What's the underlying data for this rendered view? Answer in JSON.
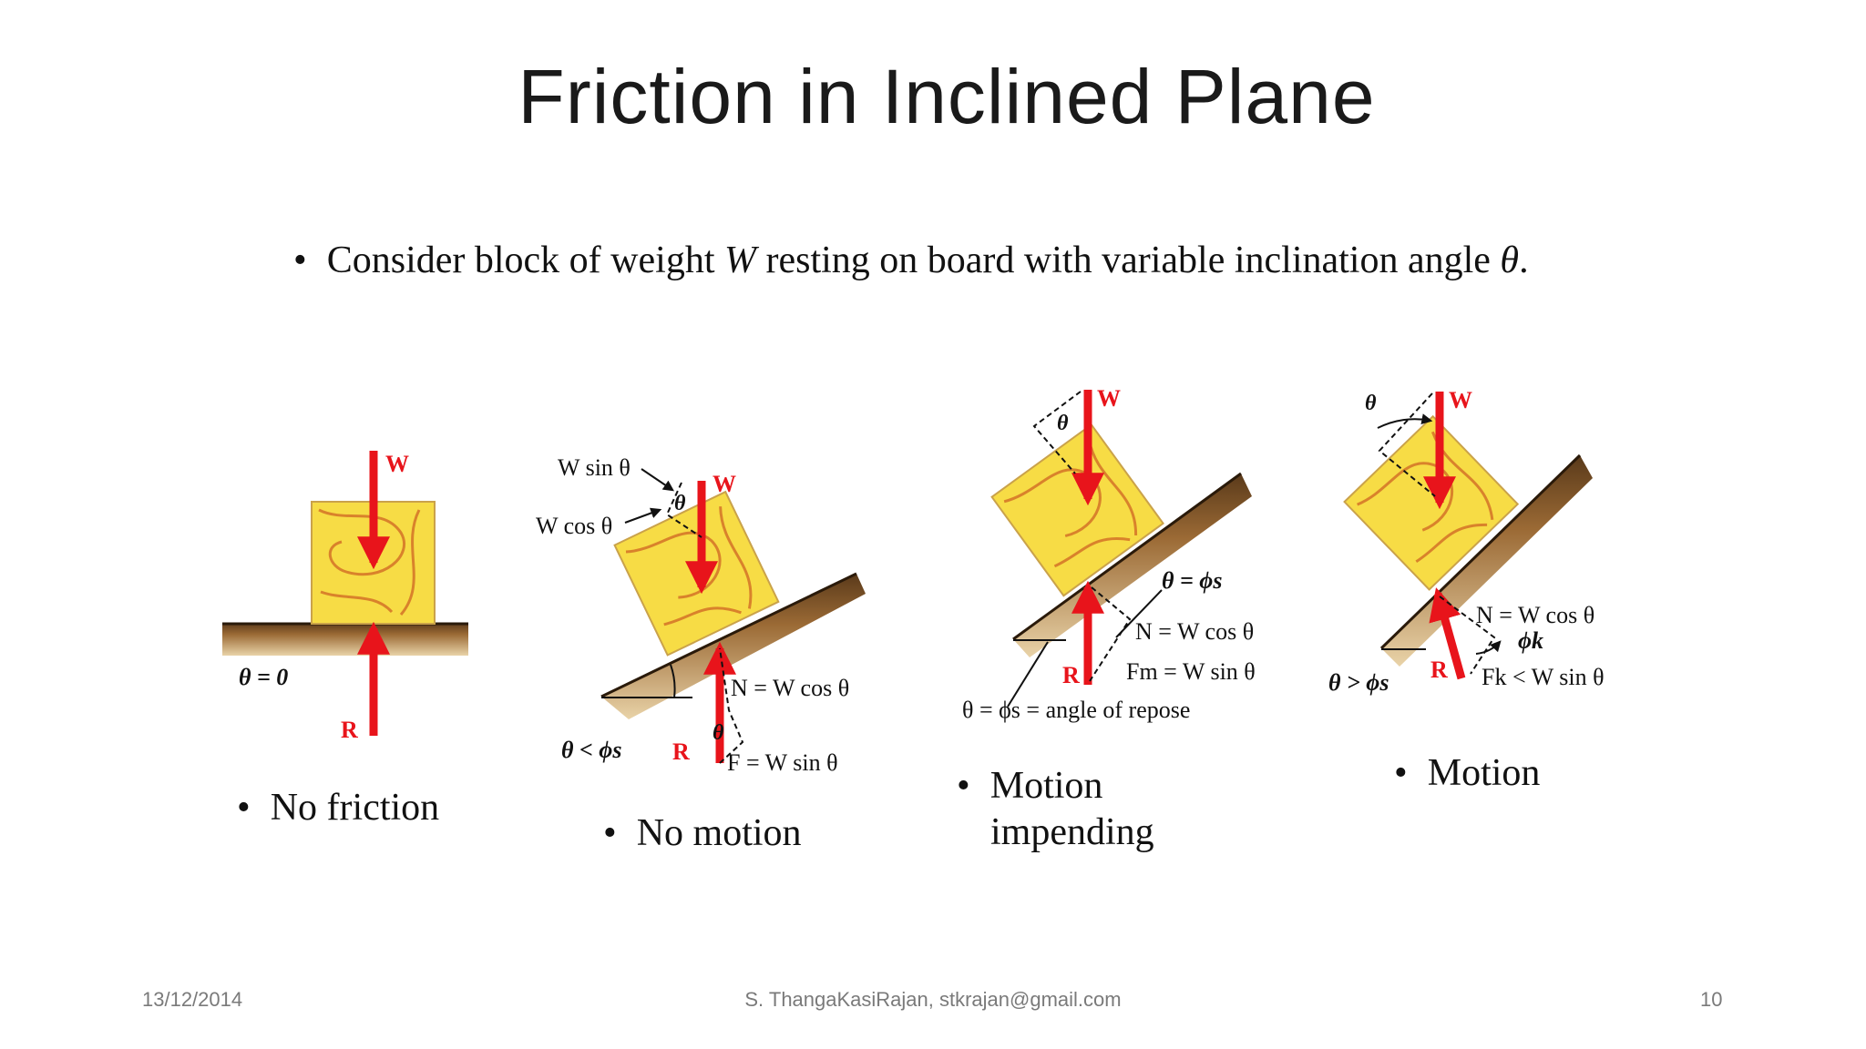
{
  "slide": {
    "title": "Friction in Inclined Plane",
    "bullet_prefix": "Consider block of weight ",
    "bullet_W": "W",
    "bullet_mid": " resting on board with variable inclination angle ",
    "bullet_theta": "θ",
    "bullet_suffix": "."
  },
  "figures": {
    "fig1": {
      "W": "W",
      "R": "R",
      "angle": "θ = 0"
    },
    "fig2": {
      "W": "W",
      "Wsin": "W sin θ",
      "Wcos": "W cos θ",
      "theta_top": "θ",
      "theta_bot": "θ",
      "N": "N = W cos θ",
      "F": "F = W sin θ",
      "R": "R",
      "angle": "θ < ϕs"
    },
    "fig3": {
      "W": "W",
      "theta_top": "θ",
      "theta_eq": "θ = ϕs",
      "N": "N = W cos θ",
      "Fm": "Fm = W sin θ",
      "R": "R",
      "repose": "θ = ϕs = angle of repose"
    },
    "fig4": {
      "W": "W",
      "theta_top": "θ",
      "N": "N = W cos θ",
      "phik": "ϕk",
      "Fk": "Fk < W sin θ",
      "R": "R",
      "angle": "θ > ϕs"
    }
  },
  "captions": {
    "c1": "No friction",
    "c2": "No motion",
    "c3_line1": "Motion",
    "c3_line2": "impending",
    "c4": "Motion"
  },
  "footer": {
    "date": "13/12/2014",
    "author": "S. ThangaKasiRajan, stkrajan@gmail.com",
    "page": "10"
  },
  "colors": {
    "force_red": "#e8141b",
    "block_yellow": "#f7dc45",
    "grain_orange": "#d9822b",
    "board_brown": "#8a5a2b"
  }
}
